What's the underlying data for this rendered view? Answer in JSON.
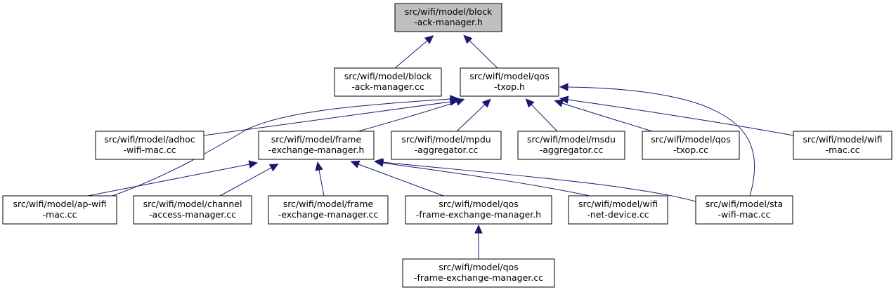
{
  "diagram": {
    "colors": {
      "edge": "#191970",
      "focus_fill": "#bfbfbf",
      "node_fill": "#ffffff",
      "border": "#000000"
    },
    "nodes": [
      {
        "id": "n0",
        "focus": true,
        "lines": [
          "src/wifi/model/block",
          "-ack-manager.h"
        ]
      },
      {
        "id": "n1",
        "lines": [
          "src/wifi/model/block",
          "-ack-manager.cc"
        ]
      },
      {
        "id": "n2",
        "lines": [
          "src/wifi/model/qos",
          "-txop.h"
        ]
      },
      {
        "id": "n3",
        "lines": [
          "src/wifi/model/adhoc",
          "-wifi-mac.cc"
        ]
      },
      {
        "id": "n4",
        "lines": [
          "src/wifi/model/frame",
          "-exchange-manager.h"
        ]
      },
      {
        "id": "n5",
        "lines": [
          "src/wifi/model/mpdu",
          "-aggregator.cc"
        ]
      },
      {
        "id": "n6",
        "lines": [
          "src/wifi/model/msdu",
          "-aggregator.cc"
        ]
      },
      {
        "id": "n7",
        "lines": [
          "src/wifi/model/qos",
          "-txop.cc"
        ]
      },
      {
        "id": "n8",
        "lines": [
          "src/wifi/model/wifi",
          "-mac.cc"
        ]
      },
      {
        "id": "n9",
        "lines": [
          "src/wifi/model/ap-wifi",
          "-mac.cc"
        ]
      },
      {
        "id": "n10",
        "lines": [
          "src/wifi/model/channel",
          "-access-manager.cc"
        ]
      },
      {
        "id": "n11",
        "lines": [
          "src/wifi/model/frame",
          "-exchange-manager.cc"
        ]
      },
      {
        "id": "n12",
        "lines": [
          "src/wifi/model/qos",
          "-frame-exchange-manager.h"
        ]
      },
      {
        "id": "n13",
        "lines": [
          "src/wifi/model/wifi",
          "-net-device.cc"
        ]
      },
      {
        "id": "n14",
        "lines": [
          "src/wifi/model/sta",
          "-wifi-mac.cc"
        ]
      },
      {
        "id": "n15",
        "lines": [
          "src/wifi/model/qos",
          "-frame-exchange-manager.cc"
        ]
      }
    ],
    "edges": [
      {
        "from": "n1",
        "to": "n0"
      },
      {
        "from": "n2",
        "to": "n0"
      },
      {
        "from": "n3",
        "to": "n2"
      },
      {
        "from": "n4",
        "to": "n2"
      },
      {
        "from": "n5",
        "to": "n2"
      },
      {
        "from": "n6",
        "to": "n2"
      },
      {
        "from": "n7",
        "to": "n2"
      },
      {
        "from": "n8",
        "to": "n2"
      },
      {
        "from": "n9",
        "to": "n2"
      },
      {
        "from": "n14",
        "to": "n2"
      },
      {
        "from": "n9",
        "to": "n4"
      },
      {
        "from": "n10",
        "to": "n4"
      },
      {
        "from": "n11",
        "to": "n4"
      },
      {
        "from": "n12",
        "to": "n4"
      },
      {
        "from": "n13",
        "to": "n4"
      },
      {
        "from": "n14",
        "to": "n4"
      },
      {
        "from": "n15",
        "to": "n12"
      }
    ]
  }
}
